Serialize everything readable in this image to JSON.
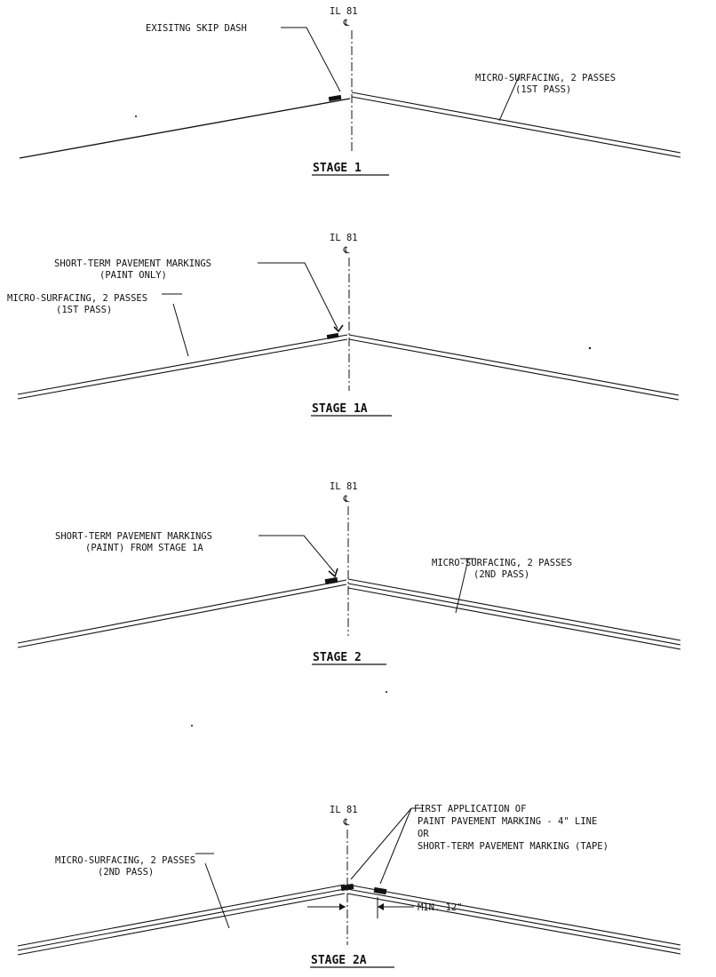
{
  "stages": [
    {
      "title": "STAGE 1",
      "centerline": "IL 81",
      "labels": {
        "marking_line1": "EXISITNG SKIP DASH",
        "surf_line1": "MICRO-SURFACING, 2 PASSES",
        "surf_line2": "(1ST PASS)"
      }
    },
    {
      "title": "STAGE 1A",
      "centerline": "IL 81",
      "labels": {
        "marking_line1": "SHORT-TERM PAVEMENT MARKINGS",
        "marking_line2": "(PAINT ONLY)",
        "surf_line1": "MICRO-SURFACING, 2 PASSES",
        "surf_line2": "(1ST PASS)"
      }
    },
    {
      "title": "STAGE 2",
      "centerline": "IL 81",
      "labels": {
        "marking_line1": "SHORT-TERM PAVEMENT MARKINGS",
        "marking_line2": "(PAINT) FROM STAGE 1A",
        "surf_line1": "MICRO-SURFACING, 2 PASSES",
        "surf_line2": "(2ND PASS)"
      }
    },
    {
      "title": "STAGE 2A",
      "centerline": "IL 81",
      "labels": {
        "surf_line1": "MICRO-SURFACING, 2 PASSES",
        "surf_line2": "(2ND PASS)",
        "marking_line1": "FIRST APPLICATION OF",
        "marking_line2": "PAINT PAVEMENT MARKING - 4\" LINE",
        "marking_line3": "OR",
        "marking_line4": "SHORT-TERM PAVEMENT MARKING (TAPE)",
        "offset_label": "MIN. 12\""
      }
    }
  ]
}
